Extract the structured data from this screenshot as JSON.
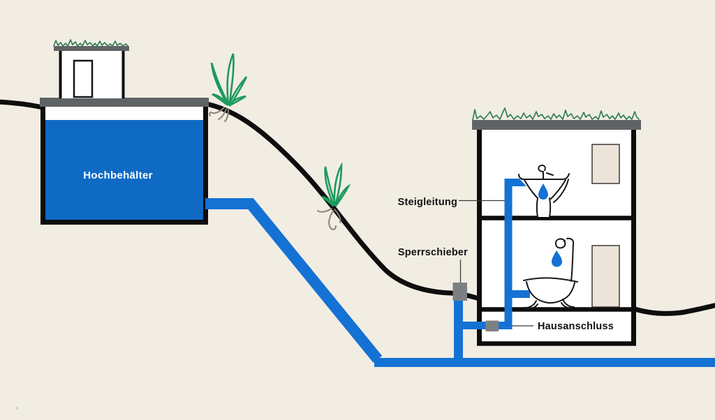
{
  "diagram": {
    "type": "water-supply-schematic",
    "labels": {
      "reservoir": "Hochbehälter",
      "riser": "Steigleitung",
      "valve": "Sperrschieber",
      "house_connection": "Hausanschluss"
    },
    "icons": {
      "grass-icon": "scribbled grass line",
      "plant-icon": "green tuft with roots",
      "sink-icon": "hand-drawn pedestal sink with faucet",
      "toilet-icon": "hand-drawn toilet with cistern pipe",
      "droplet-icon": "blue water drop",
      "valve-icon": "gray shut-off valve block",
      "connector-icon": "gray house-connection fitting"
    },
    "colors": {
      "background": "#f2ede3",
      "water_blue": "#0f6ac4",
      "pipe_blue": "#1472d4",
      "roof_gray": "#5f6366",
      "fitting_gray": "#7d8083",
      "plant_green": "#1d9a5d",
      "grass_green": "#2f7d57",
      "root_gray": "#8a837c",
      "line_black": "#0d0d0d",
      "label_color": "#121212",
      "window_beige": "#ece4d9",
      "interior_white": "#ffffff"
    }
  }
}
